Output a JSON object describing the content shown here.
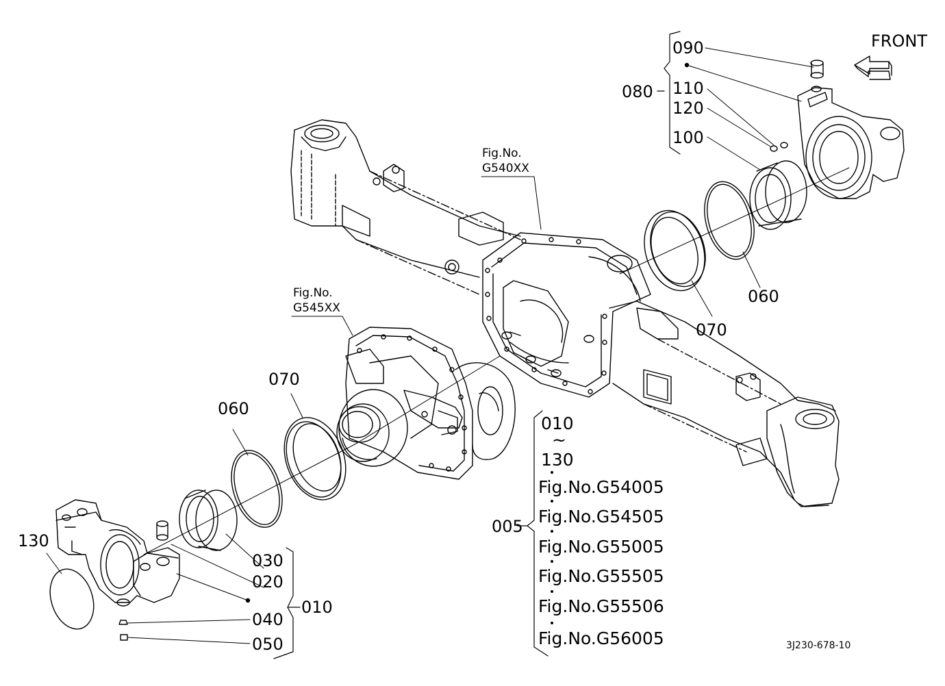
{
  "front_label": "FRONT",
  "drawing_code": "3J230-678-10",
  "figure_refs": [
    {
      "no": "Fig.No.",
      "code": "G540XX"
    },
    {
      "no": "Fig.No.",
      "code": "G545XX"
    }
  ],
  "group_label_005": "005",
  "group_range": {
    "from": "010",
    "tilde": "~",
    "to": "130"
  },
  "group_figures": [
    "Fig.No.G54005",
    "Fig.No.G54505",
    "Fig.No.G55005",
    "Fig.No.G55505",
    "Fig.No.G55506",
    "Fig.No.G56005"
  ],
  "callouts_top": {
    "c090": "090",
    "c080": "080",
    "c110": "110",
    "c120": "120",
    "c100": "100",
    "c060": "060",
    "c070": "070"
  },
  "callouts_bottom": {
    "c070": "070",
    "c060": "060",
    "c130": "130",
    "c030": "030",
    "c020": "020",
    "c010": "010",
    "c040": "040",
    "c050": "050"
  }
}
